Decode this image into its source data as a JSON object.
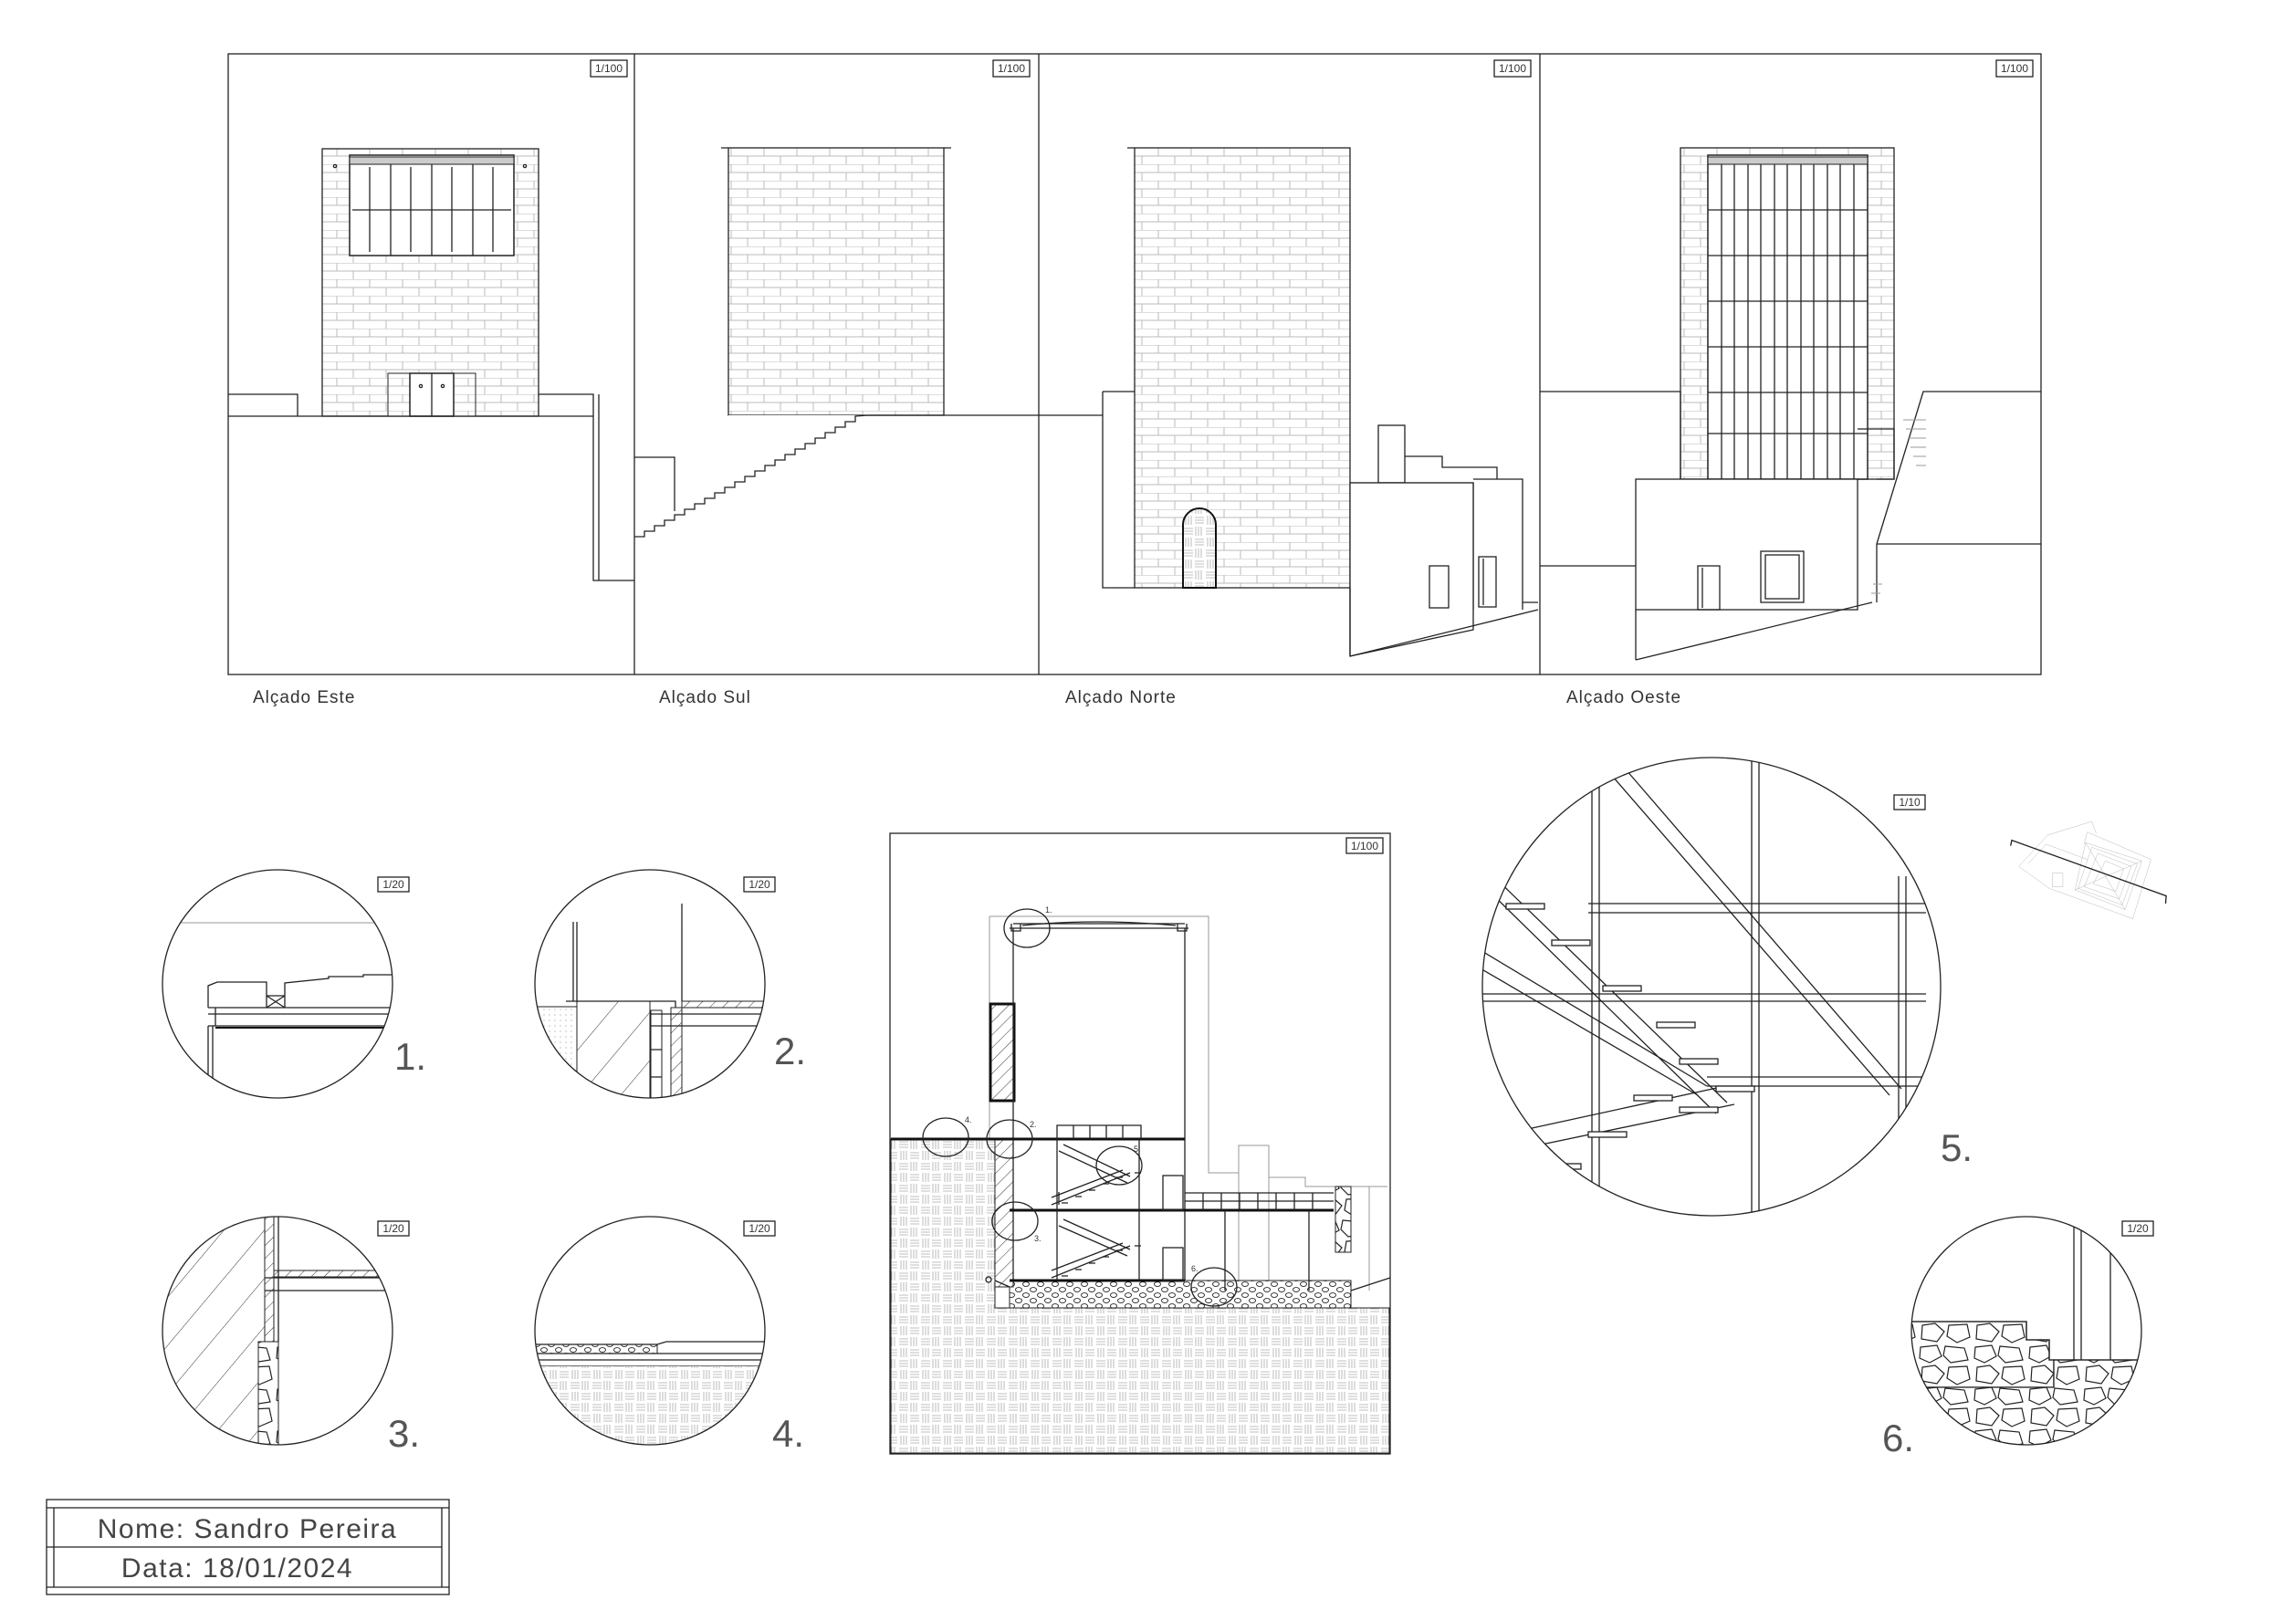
{
  "elevations": [
    {
      "label": "Alçado Este",
      "scale": "1/100"
    },
    {
      "label": "Alçado Sul",
      "scale": "1/100"
    },
    {
      "label": "Alçado Norte",
      "scale": "1/100"
    },
    {
      "label": "Alçado Oeste",
      "scale": "1/100"
    }
  ],
  "section": {
    "scale": "1/100",
    "callouts": [
      "1.",
      "2.",
      "3.",
      "4.",
      "5.",
      "6."
    ]
  },
  "details": [
    {
      "number": "1.",
      "scale": "1/20"
    },
    {
      "number": "2.",
      "scale": "1/20"
    },
    {
      "number": "3.",
      "scale": "1/20"
    },
    {
      "number": "4.",
      "scale": "1/20"
    },
    {
      "number": "5.",
      "scale": "1/10"
    },
    {
      "number": "6.",
      "scale": "1/20"
    }
  ],
  "title_block": {
    "name": "Nome: Sandro Pereira",
    "date": "Data: 18/01/2024"
  }
}
